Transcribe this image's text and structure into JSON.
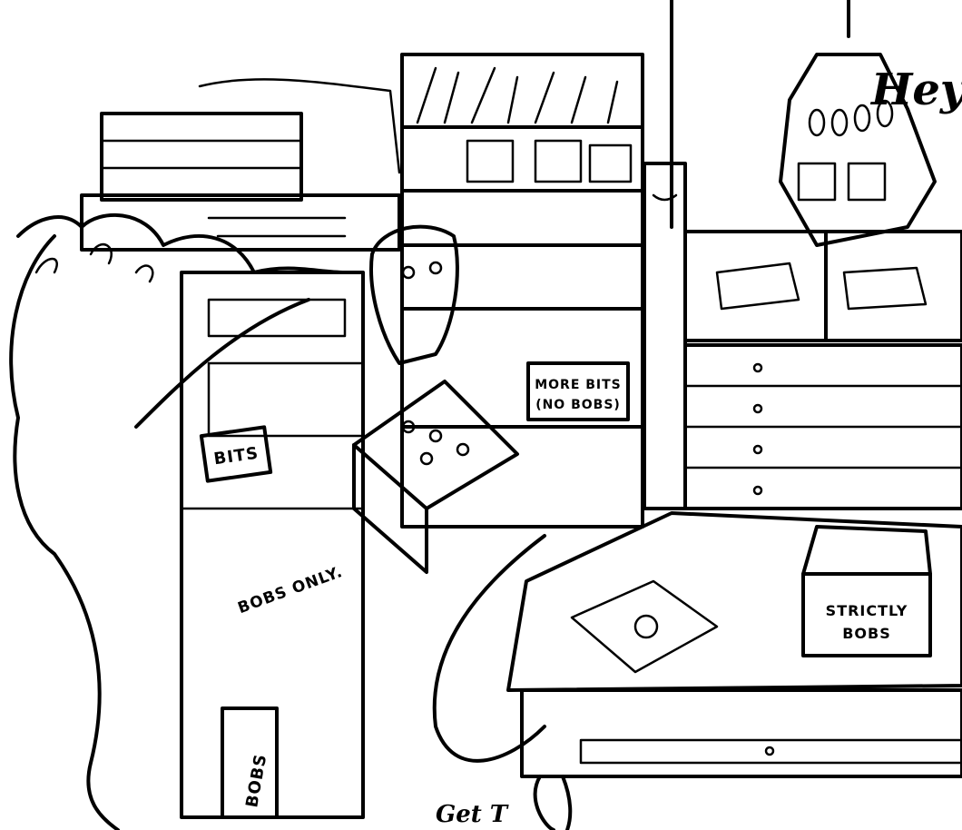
{
  "illustration": {
    "signs": {
      "more_bits_line1": "MORE BITS",
      "more_bits_line2": "(NO BOBS)",
      "bits": "BITS",
      "bobs_only": "BOBS ONLY.",
      "bobs": "BOBS",
      "strictly_bobs_line1": "STRICTLY",
      "strictly_bobs_line2": "BOBS"
    },
    "speech": "Hey",
    "signature": "Get T"
  }
}
